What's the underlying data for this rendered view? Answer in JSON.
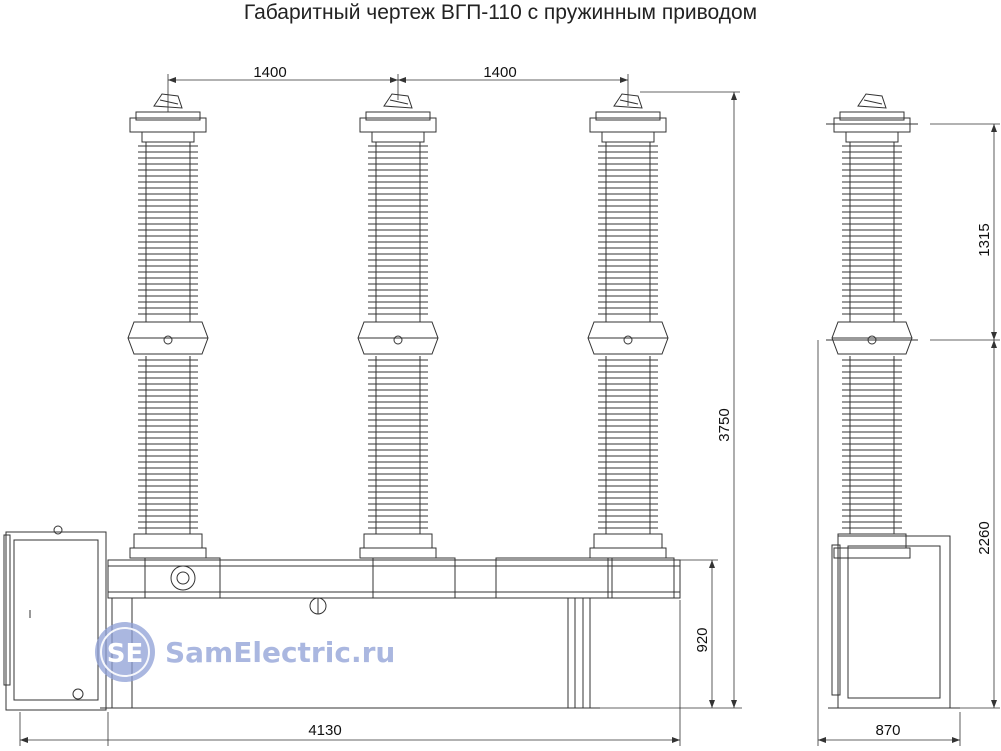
{
  "title": "Габаритный чертеж ВГП-110 с пружинным приводом",
  "dimensions": {
    "pole_spacing_1": "1400",
    "pole_spacing_2": "1400",
    "total_height": "3750",
    "base_height": "920",
    "total_length": "4130",
    "upper_section_height": "1315",
    "lower_section_height": "2260",
    "side_width": "870"
  },
  "watermark": {
    "logo_text": "SE",
    "site": "SamElectric.ru"
  },
  "colors": {
    "line": "#333333",
    "watermark": "#8e9fd6"
  }
}
